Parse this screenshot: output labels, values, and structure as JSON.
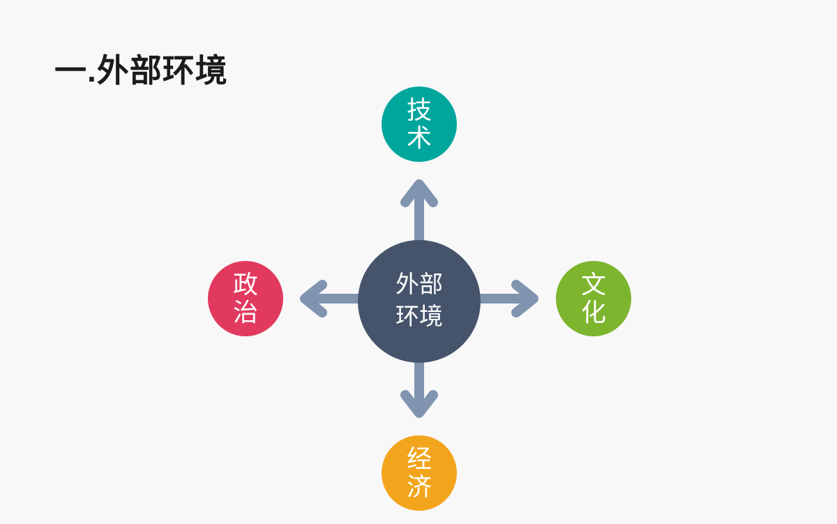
{
  "slide": {
    "title": "一.外部环境"
  },
  "diagram": {
    "hub": {
      "label": "外部环境"
    },
    "nodes": {
      "top": {
        "label": "技术"
      },
      "right": {
        "label": "文化"
      },
      "bottom": {
        "label": "经济"
      },
      "left": {
        "label": "政治"
      }
    }
  },
  "colors": {
    "background": "#F8F8F9",
    "title_text": "#1b1b1b",
    "center_circle": "#45546B",
    "node_top": "#00A69C",
    "node_right": "#7DB52E",
    "node_bottom": "#F2A51C",
    "node_left": "#E23A5F",
    "arrow": "#8094B0",
    "circle_text": "#FFFFFF"
  }
}
